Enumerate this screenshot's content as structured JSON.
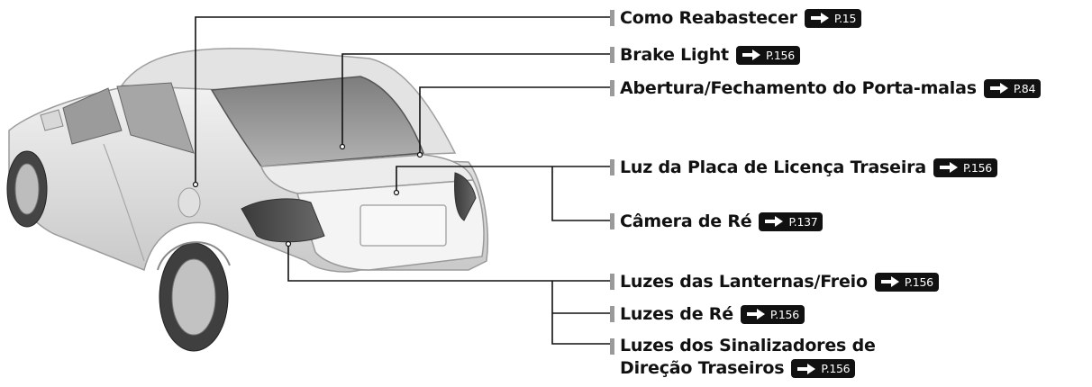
{
  "labels": {
    "refuel": {
      "text": "Como Reabastecer",
      "ref": "P.15"
    },
    "brake_light": {
      "text": "Brake Light",
      "ref": "P.156"
    },
    "trunk": {
      "text": "Abertura/Fechamento do Porta-malas",
      "ref": "P.84"
    },
    "plate_light": {
      "text": "Luz da Placa de Licença Traseira",
      "ref": "P.156"
    },
    "camera": {
      "text": "Câmera de Ré",
      "ref": "P.137"
    },
    "tail_brake": {
      "text": "Luzes das Lanternas/Freio",
      "ref": "P.156"
    },
    "reverse": {
      "text": "Luzes de Ré",
      "ref": "P.156"
    },
    "turn_signal": {
      "line1": "Luzes dos Sinalizadores de",
      "line2": "Direção Traseiros",
      "ref": "P.156"
    }
  },
  "colors": {
    "badge": "#111111",
    "bar": "#9a9a9a",
    "leader": "#111111",
    "car": "#cfcfcf"
  }
}
